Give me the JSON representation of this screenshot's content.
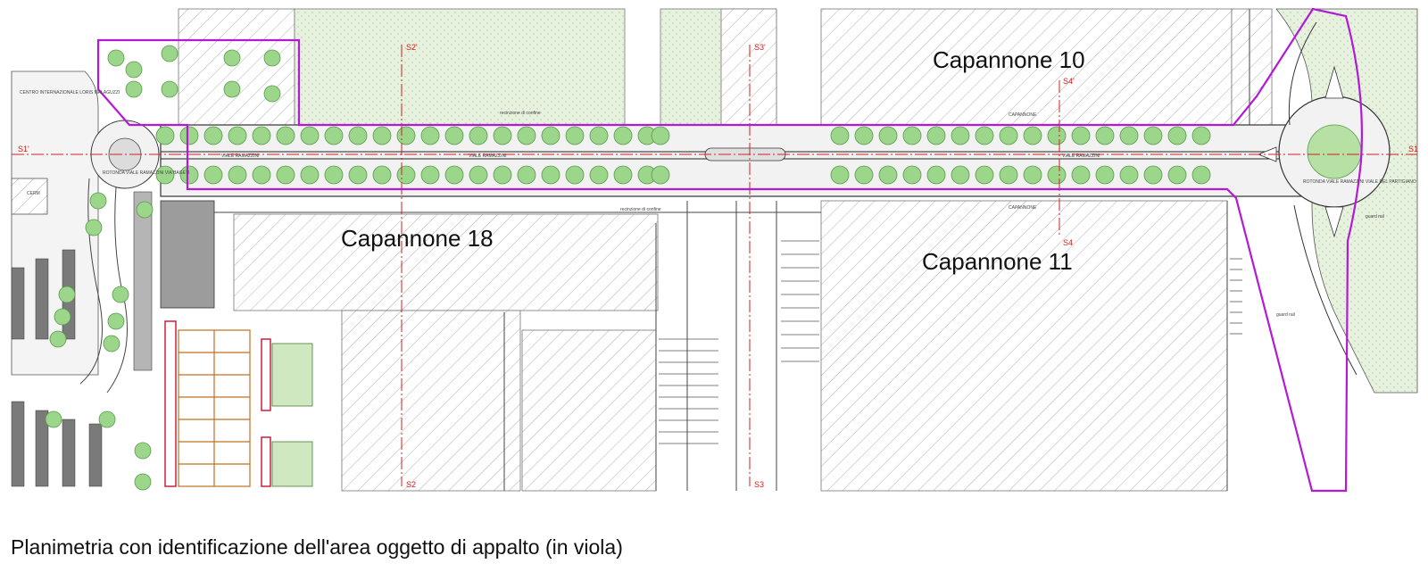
{
  "caption": "Planimetria con identificazione dell'area oggetto di appalto (in viola)",
  "buildings": {
    "capannone_10": "Capannone 10",
    "capannone_18": "Capannone 18",
    "capannone_11": "Capannone 11"
  },
  "sections": {
    "s1_left": "S1'",
    "s1_right": "S1",
    "s2_top": "S2'",
    "s2_bottom": "S2",
    "s3_top": "S3'",
    "s3_bottom": "S3",
    "s4_top": "S4'",
    "s4_bottom": "S4"
  },
  "small_labels": {
    "centro": "CENTRO INTERNAZIONALE LORIS MALAGUZZI",
    "rotonda_left": "ROTONDA VIALE RAMAZZINI VIA BAGETI",
    "rotonda_right": "ROTONDA VIALE RAMAZZINI VIALE DEL PARTIGIANO",
    "viale": "VIALE RAMAZZINI",
    "cerm": "CERM",
    "recinzione": "recinzione di confine",
    "capannone": "CAPANNONE",
    "guard_rail": "guard rail"
  },
  "colors": {
    "boundary": "#b21ad6",
    "tree": "#9bd68a",
    "tree_stroke": "#5a9a4a",
    "section_line": "#d21f1f",
    "hatch": "#9a9a9a",
    "field": "#e4f0dc"
  }
}
